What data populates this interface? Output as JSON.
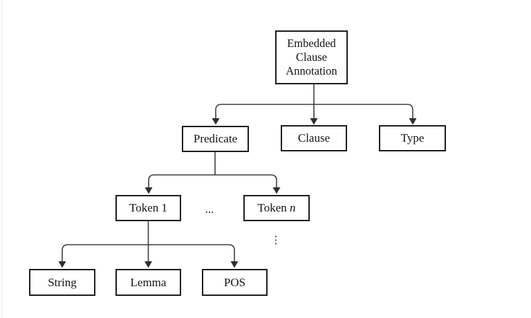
{
  "diagram": {
    "background": "#ffffff",
    "line_color": "#3f3f3f",
    "border_color": "#1c1c1c",
    "text_color": "#141414",
    "nodes": {
      "root": {
        "line1": "Embedded",
        "line2": "Clause",
        "line3": "Annotation"
      },
      "predicate": {
        "label": "Predicate"
      },
      "clause": {
        "label": "Clause"
      },
      "type": {
        "label": "Type"
      },
      "token_1": {
        "label": "Token 1"
      },
      "token_n": {
        "prefix": "Token ",
        "suffix": "n"
      },
      "string": {
        "label": "String"
      },
      "lemma": {
        "label": "Lemma"
      },
      "pos": {
        "label": "POS"
      }
    },
    "horizontal_ellipsis": "...",
    "vertical_ellipsis": "⋮",
    "edges": [
      {
        "from": "root",
        "to": "predicate"
      },
      {
        "from": "root",
        "to": "clause"
      },
      {
        "from": "root",
        "to": "type"
      },
      {
        "from": "predicate",
        "to": "token_1"
      },
      {
        "from": "predicate",
        "to": "token_n"
      },
      {
        "from": "token_1",
        "to": "string"
      },
      {
        "from": "token_1",
        "to": "lemma"
      },
      {
        "from": "token_1",
        "to": "pos"
      }
    ]
  }
}
